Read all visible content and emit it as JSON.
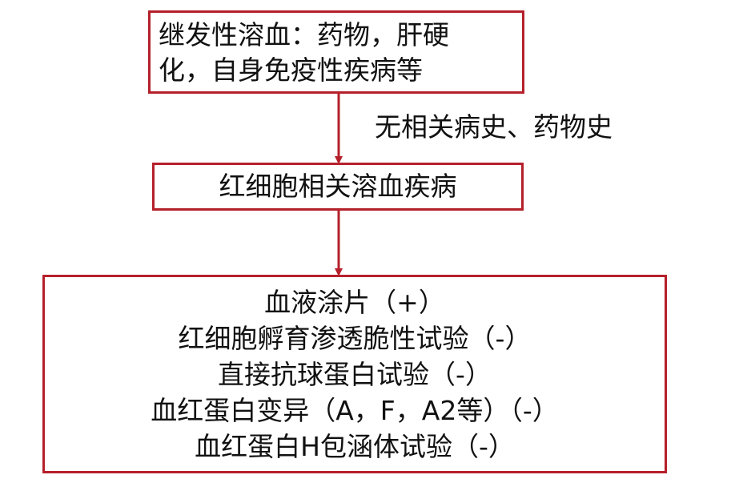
{
  "top_box": {
    "lines": [
      "继发性溶血：药物，肝硬",
      "化，自身免疫性疾病等"
    ]
  },
  "edge_label": "无相关病史、药物史",
  "middle_box": {
    "text": "红细胞相关溶血疾病"
  },
  "bottom_box": {
    "lines": [
      "血液涂片（+）",
      "红细胞孵育渗透脆性试验（-）",
      "直接抗球蛋白试验（-）",
      "血红蛋白变异（A，F，A2等）（-）",
      "血红蛋白H包涵体试验（-）"
    ]
  },
  "colors": {
    "border": "#b5202b",
    "arrow": "#b5202b",
    "text": "#111111"
  }
}
